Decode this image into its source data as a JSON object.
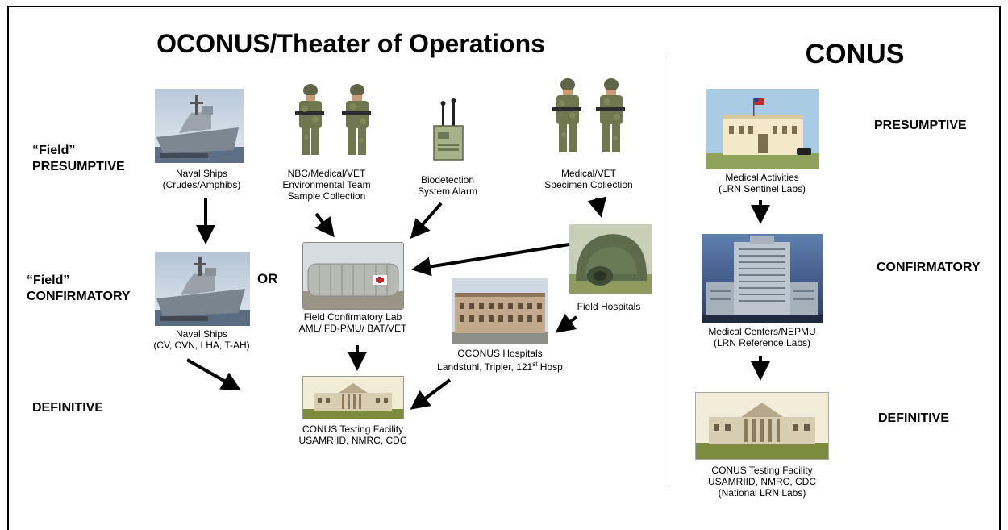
{
  "titles": {
    "theater": "OCONUS/Theater of Operations",
    "conus": "CONUS"
  },
  "levels": {
    "field_presumptive_1": "“Field”",
    "field_presumptive_2": "PRESUMPTIVE",
    "field_confirmatory_1": "“Field”",
    "field_confirmatory_2": "CONFIRMATORY",
    "definitive": "DEFINITIVE",
    "or": "OR",
    "conus_presumptive": "PRESUMPTIVE",
    "conus_confirmatory": "CONFIRMATORY",
    "conus_definitive": "DEFINITIVE"
  },
  "captions": {
    "naval_ships_1": [
      "Naval Ships",
      "(Crudes/Amphibs)"
    ],
    "nbc_team": [
      "NBC/Medical/VET",
      "Environmental Team",
      "Sample Collection"
    ],
    "biodetection": [
      "Biodetection",
      "System Alarm"
    ],
    "medical_vet": [
      "Medical/VET",
      "Specimen Collection"
    ],
    "naval_ships_2": [
      "Naval Ships",
      "(CV, CVN, LHA, T-AH)"
    ],
    "field_lab": [
      "Field Confirmatory Lab",
      "AML/ FD-PMU/ BAT/VET"
    ],
    "field_hospitals": [
      "Field Hospitals"
    ],
    "oconus_hospitals_1": "OCONUS Hospitals",
    "oconus_hospitals_2a": "Landstuhl, Tripler, 121",
    "oconus_hospitals_2sup": "st",
    "oconus_hospitals_2b": " Hosp",
    "conus_testing_1": [
      "CONUS Testing Facility",
      "USAMRIID, NMRC, CDC"
    ],
    "medical_activities": [
      "Medical Activities",
      "(LRN Sentinel Labs)"
    ],
    "medical_centers": [
      "Medical Centers/NEPMU",
      "(LRN Reference Labs)"
    ],
    "conus_testing_2": [
      "CONUS Testing Facility",
      "USAMRIID, NMRC, CDC",
      "(National LRN Labs)"
    ]
  }
}
